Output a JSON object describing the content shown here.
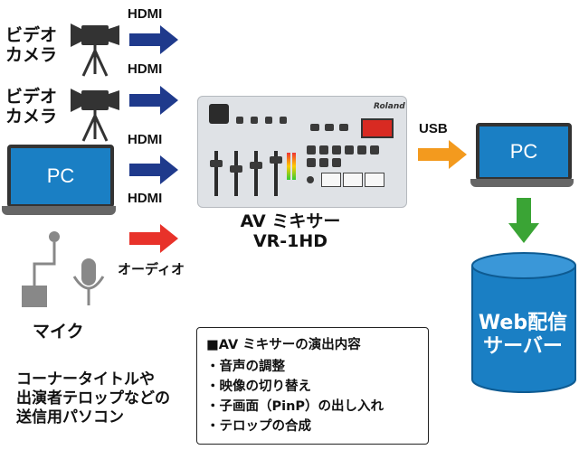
{
  "labels": {
    "video_camera_1": [
      "ビデオ",
      "カメラ"
    ],
    "video_camera_2": [
      "ビデオ",
      "カメラ"
    ],
    "pc_left": "PC",
    "pc_right": "PC",
    "mic": "マイク",
    "hdmi_1": "HDMI",
    "hdmi_2": "HDMI",
    "hdmi_3": "HDMI",
    "hdmi_4": "HDMI",
    "audio": "オーディオ",
    "usb": "USB",
    "mixer_name": [
      "AV ミキサー",
      "VR-1HD"
    ],
    "web_server": [
      "Web配信",
      "サーバー"
    ],
    "pc_note": [
      "コーナータイトルや",
      "出演者テロップなどの",
      "送信用パソコン"
    ],
    "mixer_brand": "Roland"
  },
  "info_box": {
    "title": "■AV ミキサーの演出内容",
    "items": [
      "・音声の調整",
      "・映像の切り替え",
      "・子画面（PinP）の出し入れ",
      "・テロップの合成"
    ]
  },
  "colors": {
    "hdmi_arrow": "#1f3a8c",
    "audio_arrow": "#e8322a",
    "usb_arrow": "#f39a1e",
    "down_arrow": "#3aa435",
    "pc_screen": "#1a7fc4",
    "server": "#1a7fc4"
  }
}
